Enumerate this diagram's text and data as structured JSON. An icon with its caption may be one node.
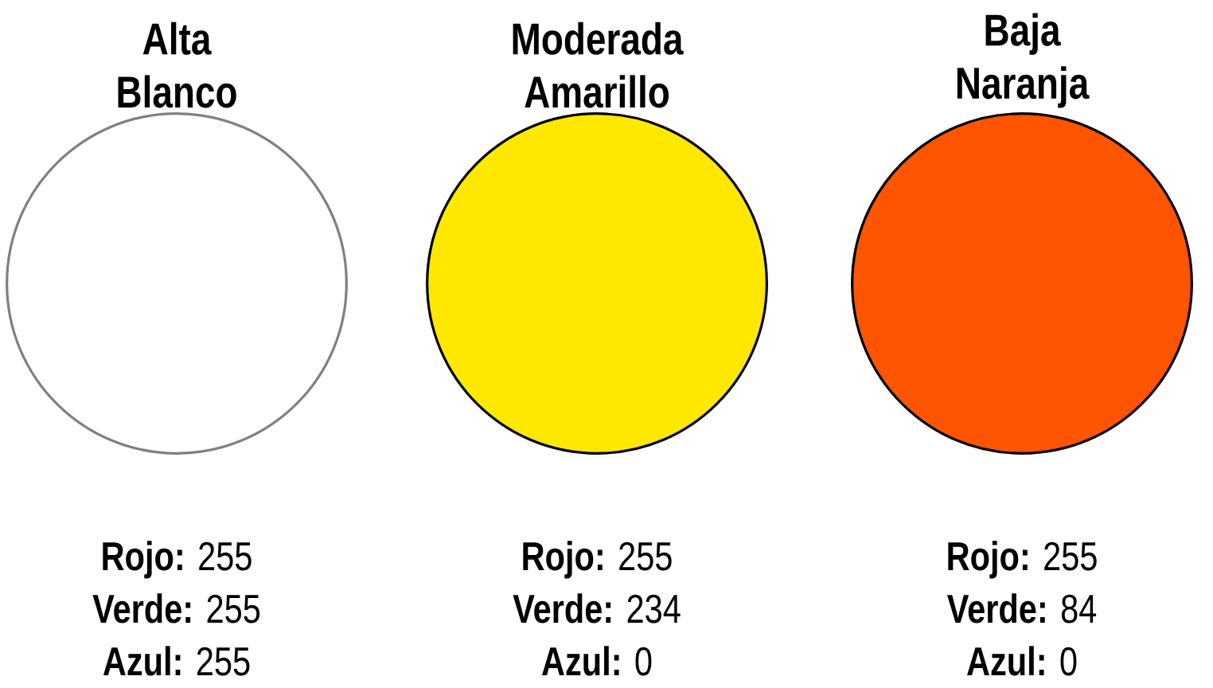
{
  "diagram": {
    "nodes": [
      {
        "text": [
          "Alta Blanco"
        ],
        "beside": [
          "**Rojo:** 255",
          "**Verde:** 255",
          "**Azul:** 255"
        ]
      },
      {
        "text": [
          "Moderada Amarillo"
        ],
        "beside": [
          "**Rojo:** 255",
          "**Verde:** 234",
          "**Azul:** 0"
        ]
      },
      {
        "text": [
          "Baja Naranja"
        ],
        "beside": [
          "**Rojo:** 255",
          "**Verde:** 84",
          "**Azul:** 0"
        ]
      }
    ]
  }
}
